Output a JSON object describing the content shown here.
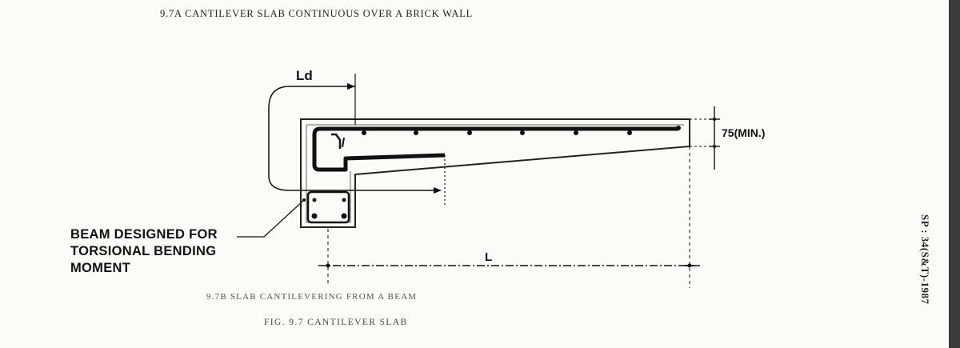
{
  "heading": "9.7A CANTILEVER SLAB CONTINUOUS OVER A BRICK WALL",
  "labels": {
    "development_length": "Ld",
    "cover_dimension": "75(MIN.)",
    "span": "L"
  },
  "callout": {
    "line1": "BEAM DESIGNED FOR",
    "line2": "TORSIONAL BENDING",
    "line3": "MOMENT"
  },
  "sub_caption": "9.7B SLAB CANTILEVERING FROM A BEAM",
  "figure_caption": "FIG. 9.7 CANTILEVER SLAB",
  "spine_text": "SP : 34(S&T)-1987"
}
